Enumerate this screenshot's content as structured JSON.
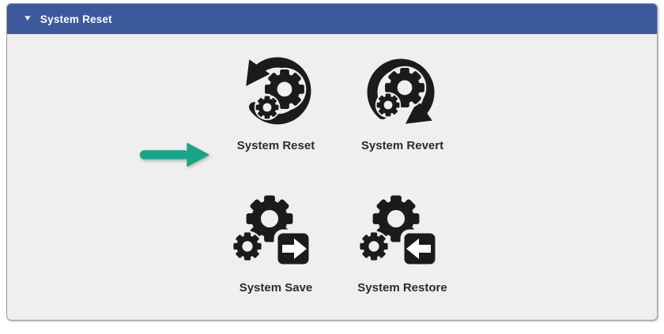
{
  "panel": {
    "header": {
      "title": "System Reset",
      "caret": "▼",
      "caret_icon": "collapse-caret-icon"
    },
    "tiles": [
      {
        "label": "System Reset",
        "icon": "system-reset-icon"
      },
      {
        "label": "System Revert",
        "icon": "system-revert-icon"
      },
      {
        "label": "System Save",
        "icon": "system-save-icon"
      },
      {
        "label": "System Restore",
        "icon": "system-restore-icon"
      }
    ]
  },
  "annotation": {
    "pointer_icon": "green-arrow-pointer-icon",
    "points_at": "System Reset"
  },
  "colors": {
    "header_bg": "#3c5a9b",
    "header_text": "#ffffff",
    "panel_bg": "#f0eff0",
    "panel_border": "#9b9b9b",
    "icon_black": "#1b1b1b",
    "label_text": "#2b2b33",
    "pointer_green": "#17a589"
  }
}
